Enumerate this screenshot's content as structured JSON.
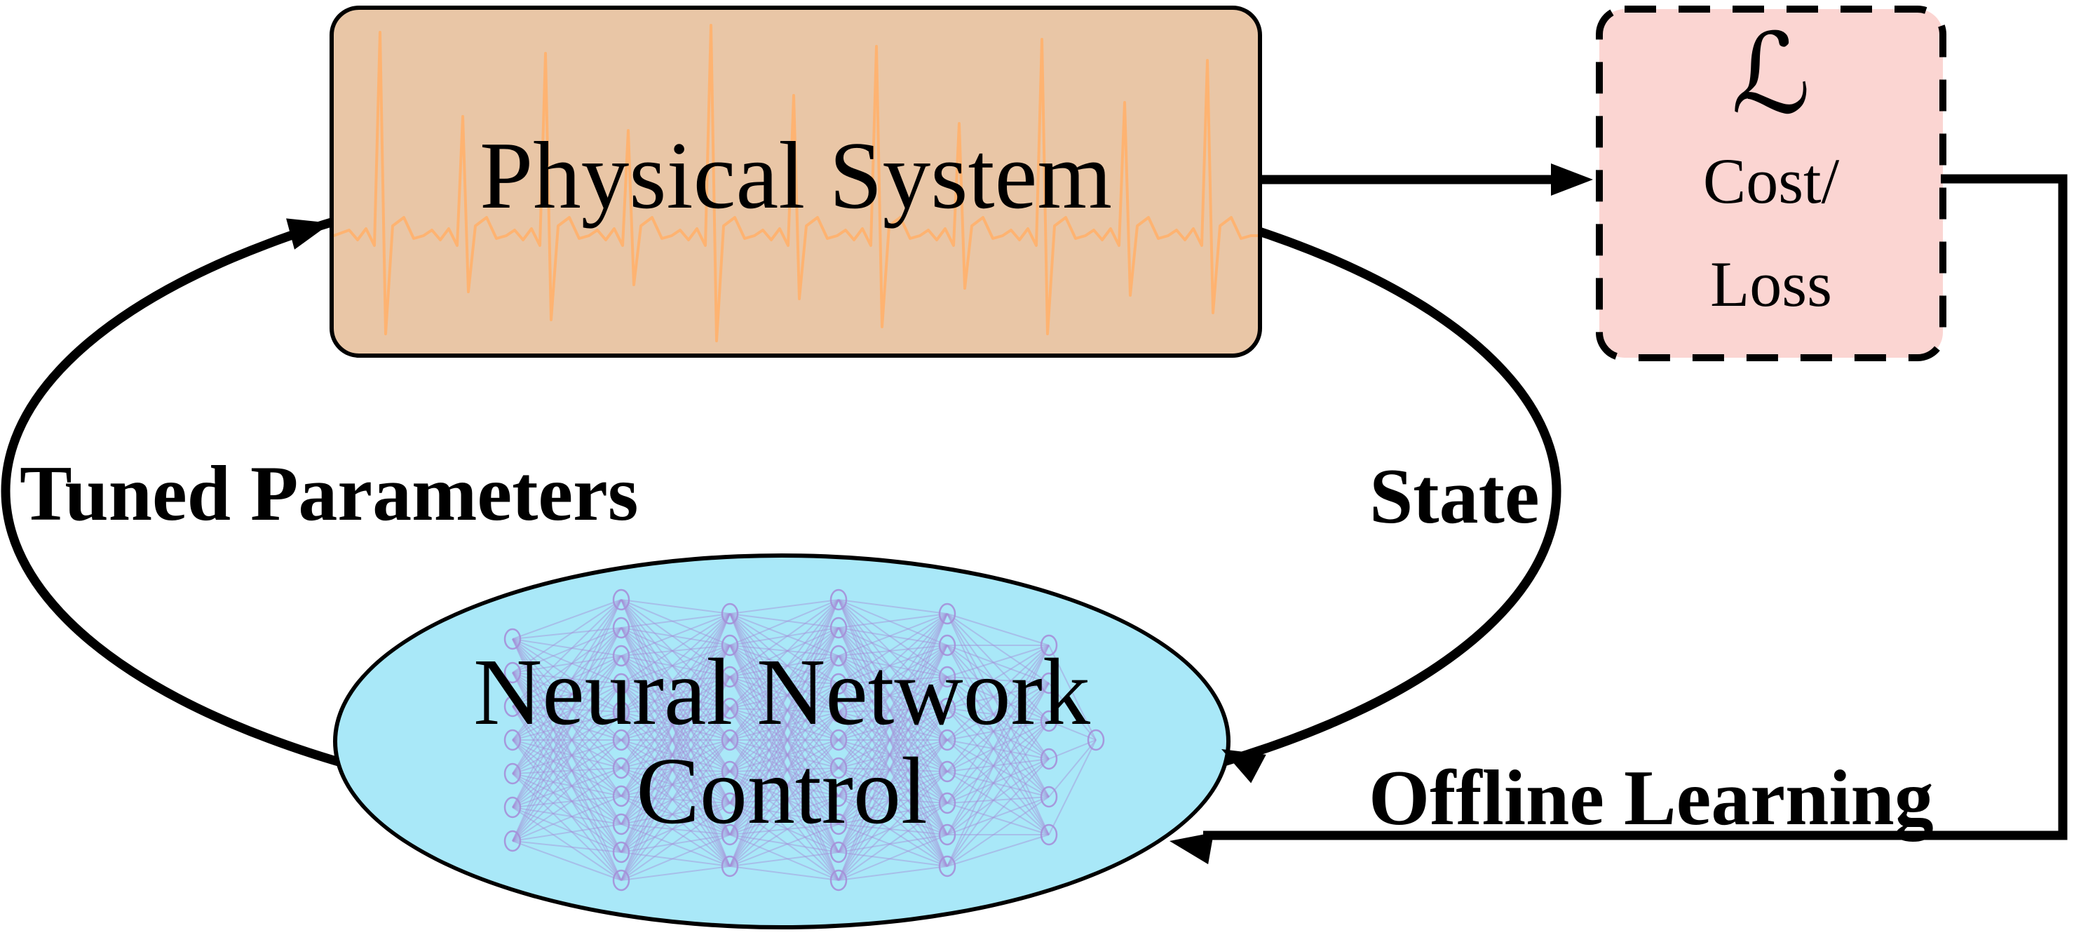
{
  "diagram": {
    "nodes": {
      "physical_system": {
        "label": "Physical System"
      },
      "cost_loss": {
        "symbol": "ℒ",
        "line1": "Cost/",
        "line2": "Loss"
      },
      "neural_network_control": {
        "line1": "Neural Network",
        "line2": "Control"
      }
    },
    "edge_labels": {
      "tuned_parameters": "Tuned Parameters",
      "state": "State",
      "offline_learning": "Offline Learning"
    },
    "colors": {
      "physical_system_fill": "#e9c6a6",
      "waveform_stroke": "#ffb26e",
      "cost_loss_fill": "#fbd5d2",
      "neural_network_fill": "#a9e8f8",
      "nn_graphic_stroke": "#a58fd8",
      "line_color": "#000000",
      "background": "#ffffff"
    },
    "nn_layers": [
      7,
      11,
      9,
      11,
      9,
      6,
      1
    ]
  }
}
